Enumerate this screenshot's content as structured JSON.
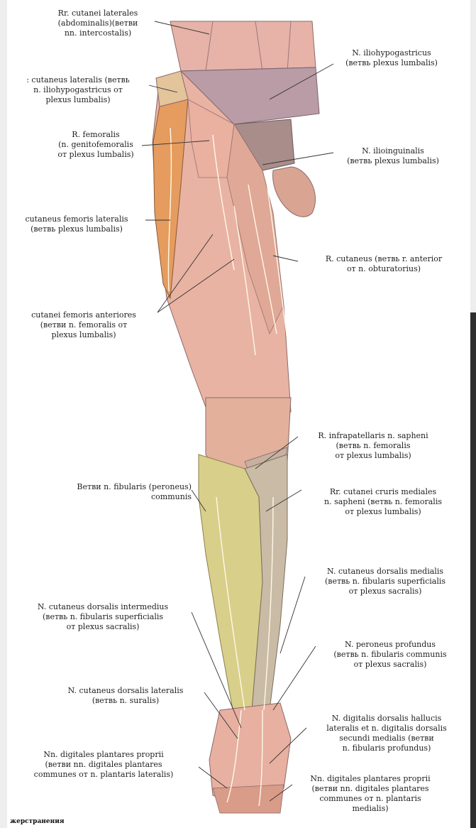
{
  "labels": {
    "rr_cutanei_lateralis": [
      "Rr. cutanei laterales",
      "(abdominalis)(ветви",
      "nn. intercostalis)"
    ],
    "r_cutaneus_lateralis": [
      ": cutaneus lateralis (ветвь",
      "n. iliohypogastricus от",
      "plexus lumbalis)"
    ],
    "r_femoralis": [
      "R. femoralis",
      "(n. genitofemoralis",
      "от plexus lumbalis)"
    ],
    "cutaneus_femoris_lateralis": [
      "cutaneus femoris lateralis",
      "(ветвь plexus lumbalis)"
    ],
    "cutanei_femoris_anteriores": [
      "cutanei femoris anteriores",
      "(ветви n. femoralis от",
      "plexus lumbalis)"
    ],
    "n_iliohypogastricus": [
      "N. iliohypogastricus",
      "(ветвь plexus lumbalis)"
    ],
    "n_ilioinguinalis": [
      "N. ilioinguinalis",
      "(ветвь plexus lumbalis)"
    ],
    "r_cutaneus_obturatorius": [
      "R. cutaneus (ветвь r. anterior",
      "от n. obturatorius)"
    ],
    "r_infrapatellaris": [
      "R. infrapatellaris n. sapheni",
      "(ветвь n. femoralis",
      "от plexus lumbalis)"
    ],
    "vetvi_fibularis": [
      "Ветви n. fibularis (peroneus)",
      "communis"
    ],
    "rr_cutanei_cruris": [
      "Rr. cutanei cruris mediales",
      "n. sapheni (ветвь n. femoralis",
      "от plexus lumbalis)"
    ],
    "n_cutaneus_dorsalis_medialis": [
      "N. cutaneus dorsalis medialis",
      "(ветвь n. fibularis superficialis",
      "от plexus sacralis)"
    ],
    "n_cutaneus_dorsalis_intermedius": [
      "N. cutaneus dorsalis intermedius",
      "(ветвь n. fibularis superficialis",
      "от plexus sacralis)"
    ],
    "n_peroneus_profundus": [
      "N. peroneus profundus",
      "(ветвь n. fibularis communis",
      "от plexus sacralis)"
    ],
    "n_cutaneus_dorsalis_lateralis": [
      "N. cutaneus dorsalis lateralis",
      "(ветвь n. suralis)"
    ],
    "n_digitalis_dorsalis": [
      "N. digitalis dorsalis hallucis",
      "lateralis et n. digitalis dorsalis",
      "secundi medialis (ветви",
      "n. fibularis profundus)"
    ],
    "nn_digitales_left": [
      "Nn. digitales plantares proprii",
      "(ветви nn. digitales plantares",
      "communes от n. plantaris lateralis)"
    ],
    "nn_digitales_right": [
      "Nn. digitales plantares proprii",
      "(ветви nn. digitales plantares",
      "communes от n. plantaris",
      "medialis)"
    ]
  },
  "footer": "жерстранения",
  "colors": {
    "skin": "#e8b3a3",
    "skin_dark": "#d99c89",
    "yellow": "#d8cf8a",
    "orange": "#e59c5e",
    "grey": "#bfa6a8",
    "purple": "#b79aa6",
    "leader": "#333333"
  }
}
